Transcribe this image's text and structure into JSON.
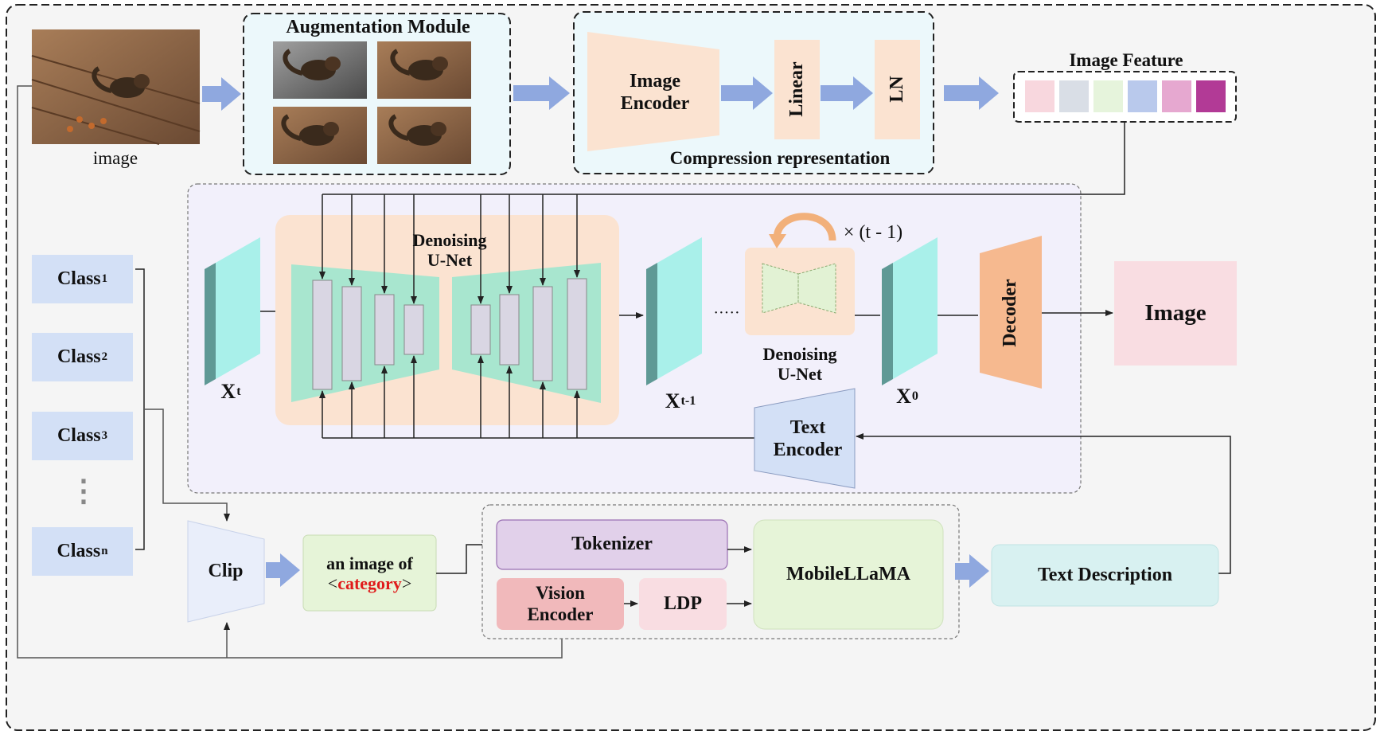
{
  "image_caption": "image",
  "augmentation": {
    "title": "Augmentation Module"
  },
  "compression": {
    "image_encoder": "Image Encoder",
    "linear": "Linear",
    "ln": "LN",
    "caption": "Compression representation"
  },
  "image_feature": {
    "title": "Image Feature",
    "colors": [
      "#f8d7de",
      "#d9dee6",
      "#e6f4dc",
      "#b9c9ec",
      "#e6a8d0",
      "#b23a96"
    ]
  },
  "classes": {
    "prefix": "Class",
    "subscripts": [
      "1",
      "2",
      "3",
      "n"
    ],
    "ellipsis": "⋮"
  },
  "diffusion": {
    "x_t": "X",
    "x_t_sub": "t",
    "x_t1": "X",
    "x_t1_sub": "t-1",
    "x_0": "X",
    "x_0_sub": "0",
    "unet_label": "Denoising\nU-Net",
    "unet_small_label": "Denoising\nU-Net",
    "repeat": "× (t - 1)",
    "dots": "·····",
    "decoder": "Decoder",
    "output": "Image",
    "text_encoder": "Text\nEncoder"
  },
  "bottom": {
    "clip": "Clip",
    "prompt_line1": "an image of",
    "prompt_open": "<",
    "prompt_category": "category",
    "prompt_close": ">",
    "tokenizer": "Tokenizer",
    "vision_encoder": "Vision\nEncoder",
    "ldp": "LDP",
    "llm": "MobileLLaMA",
    "text_description": "Text Description"
  },
  "colors": {
    "arrow_fill": "#8fa8df",
    "peach": "#fbe3d1",
    "teal": "#a9f0ea",
    "teal_dark": "#5f9995",
    "class_box": "#d3e0f6",
    "light_blue_bg": "#ecf8fb",
    "diffusion_bg": "#f2f0fb",
    "decoder": "#f6b98f",
    "pink": "#f9dde2",
    "green_box": "#e6f4d8",
    "tokenizer": "#e1d0ea",
    "vision": "#f1b9bb",
    "text_desc": "#d8f1f1"
  }
}
